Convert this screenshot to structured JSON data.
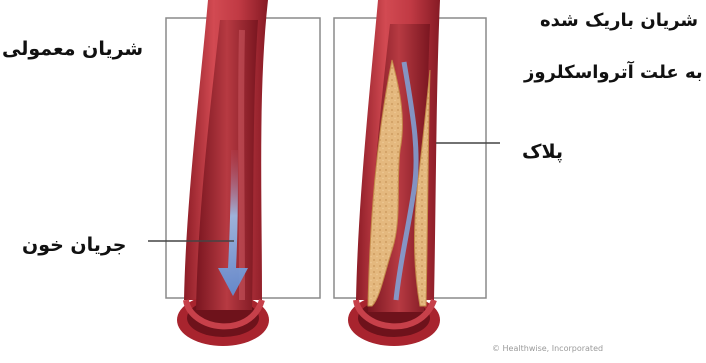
{
  "labels": {
    "normal_artery": "شریان معمولی",
    "blood_flow": "جریان خون",
    "narrowed_line1": "شریان باریک شده",
    "narrowed_line2": "به علت آترواسکلروز",
    "plaque": "پلاک"
  },
  "credit": "© Healthwise, Incorporated",
  "colors": {
    "artery_wall": "#b8303a",
    "artery_dark": "#7a1620",
    "lumen": "#a02a34",
    "plaque": "#e2b47c",
    "blood_flow_arrow": "#8fb4e6",
    "frame": "#8a8a8a"
  }
}
